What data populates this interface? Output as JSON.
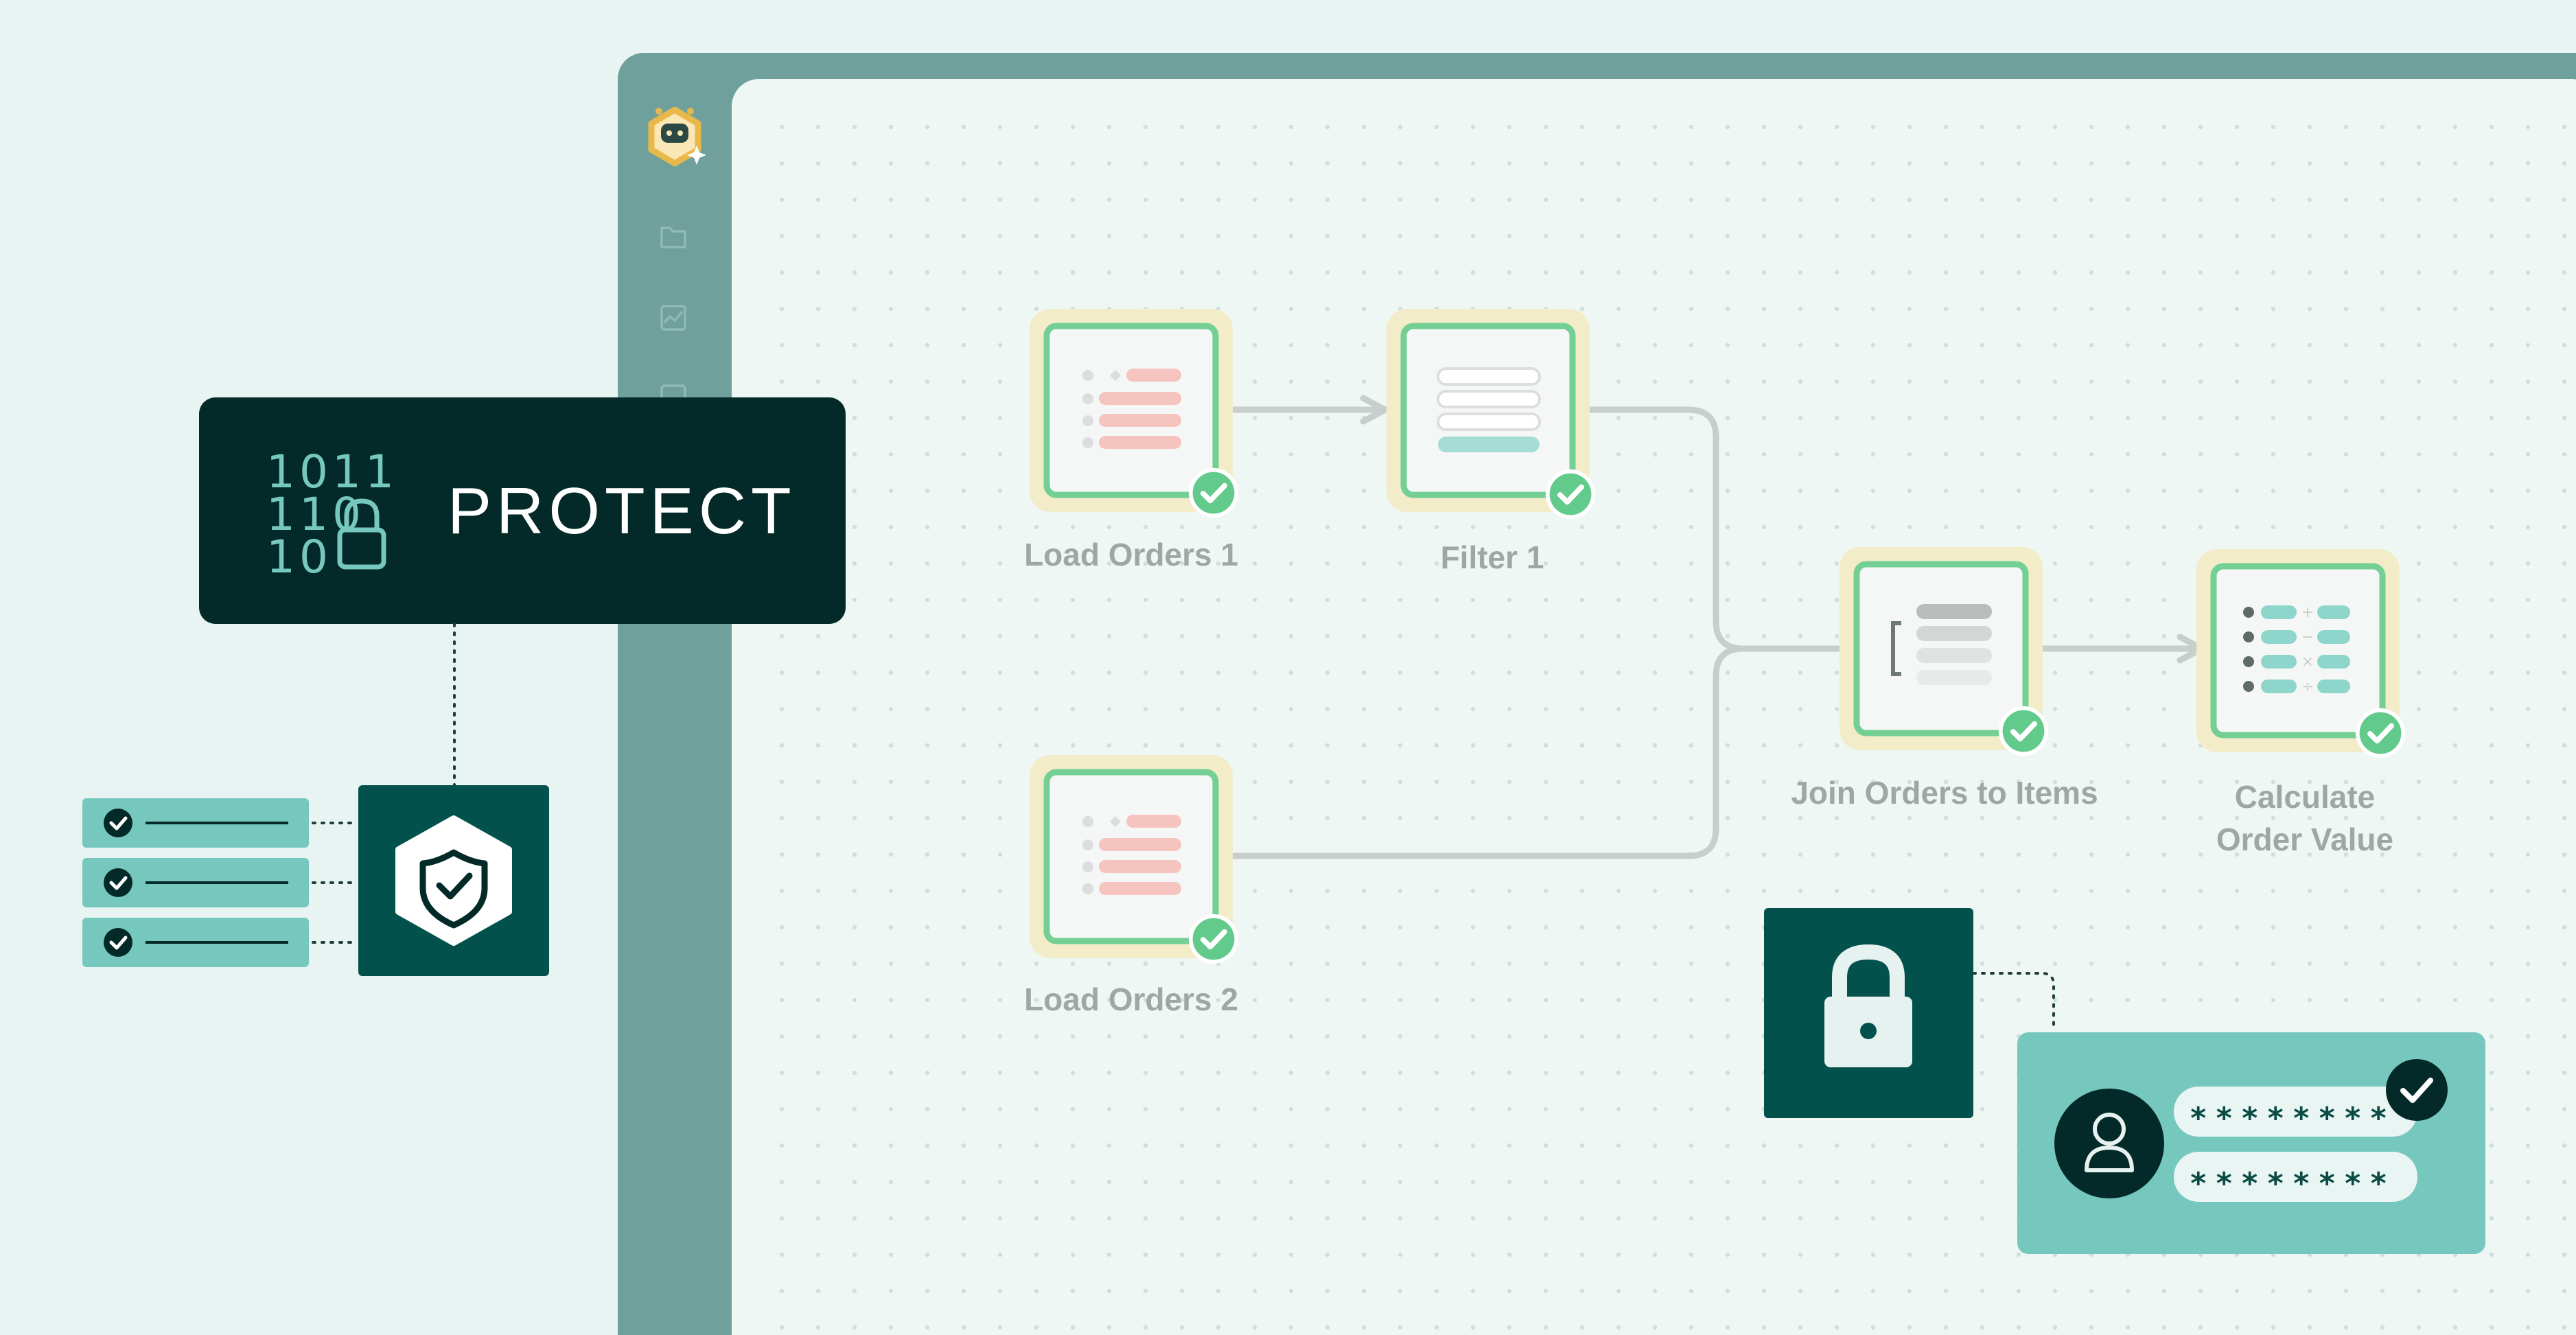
{
  "banner": {
    "label": "PROTECT",
    "binary_rows": [
      "1011",
      "110",
      "10"
    ]
  },
  "sidebar": {
    "items": [
      {
        "icon": "app-logo-icon"
      },
      {
        "icon": "folder-icon"
      },
      {
        "icon": "chart-icon"
      },
      {
        "icon": "monitor-icon"
      }
    ]
  },
  "pipeline": {
    "nodes": [
      {
        "id": "load1",
        "label": "Load Orders 1",
        "status": "success"
      },
      {
        "id": "filter",
        "label": "Filter 1",
        "status": "success"
      },
      {
        "id": "load2",
        "label": "Load Orders 2",
        "status": "success"
      },
      {
        "id": "join",
        "label": "Join Orders to Items",
        "status": "success"
      },
      {
        "id": "calc",
        "label": "Calculate Order Value",
        "status": "success"
      }
    ]
  },
  "checklist": {
    "items": [
      "checked",
      "checked",
      "checked"
    ]
  },
  "login_card": {
    "password_masks": [
      "********",
      "********"
    ],
    "status": "verified"
  },
  "colors": {
    "background": "#e8f4f1",
    "sidebar": "#6fa09b",
    "canvas": "#eef7f4",
    "dark": "#032a28",
    "teal_dark": "#03514c",
    "teal_light": "#76c8bf",
    "success_green": "#62ca8b",
    "node_halo": "#f2ecc9",
    "accent_gold": "#e8b94a"
  }
}
